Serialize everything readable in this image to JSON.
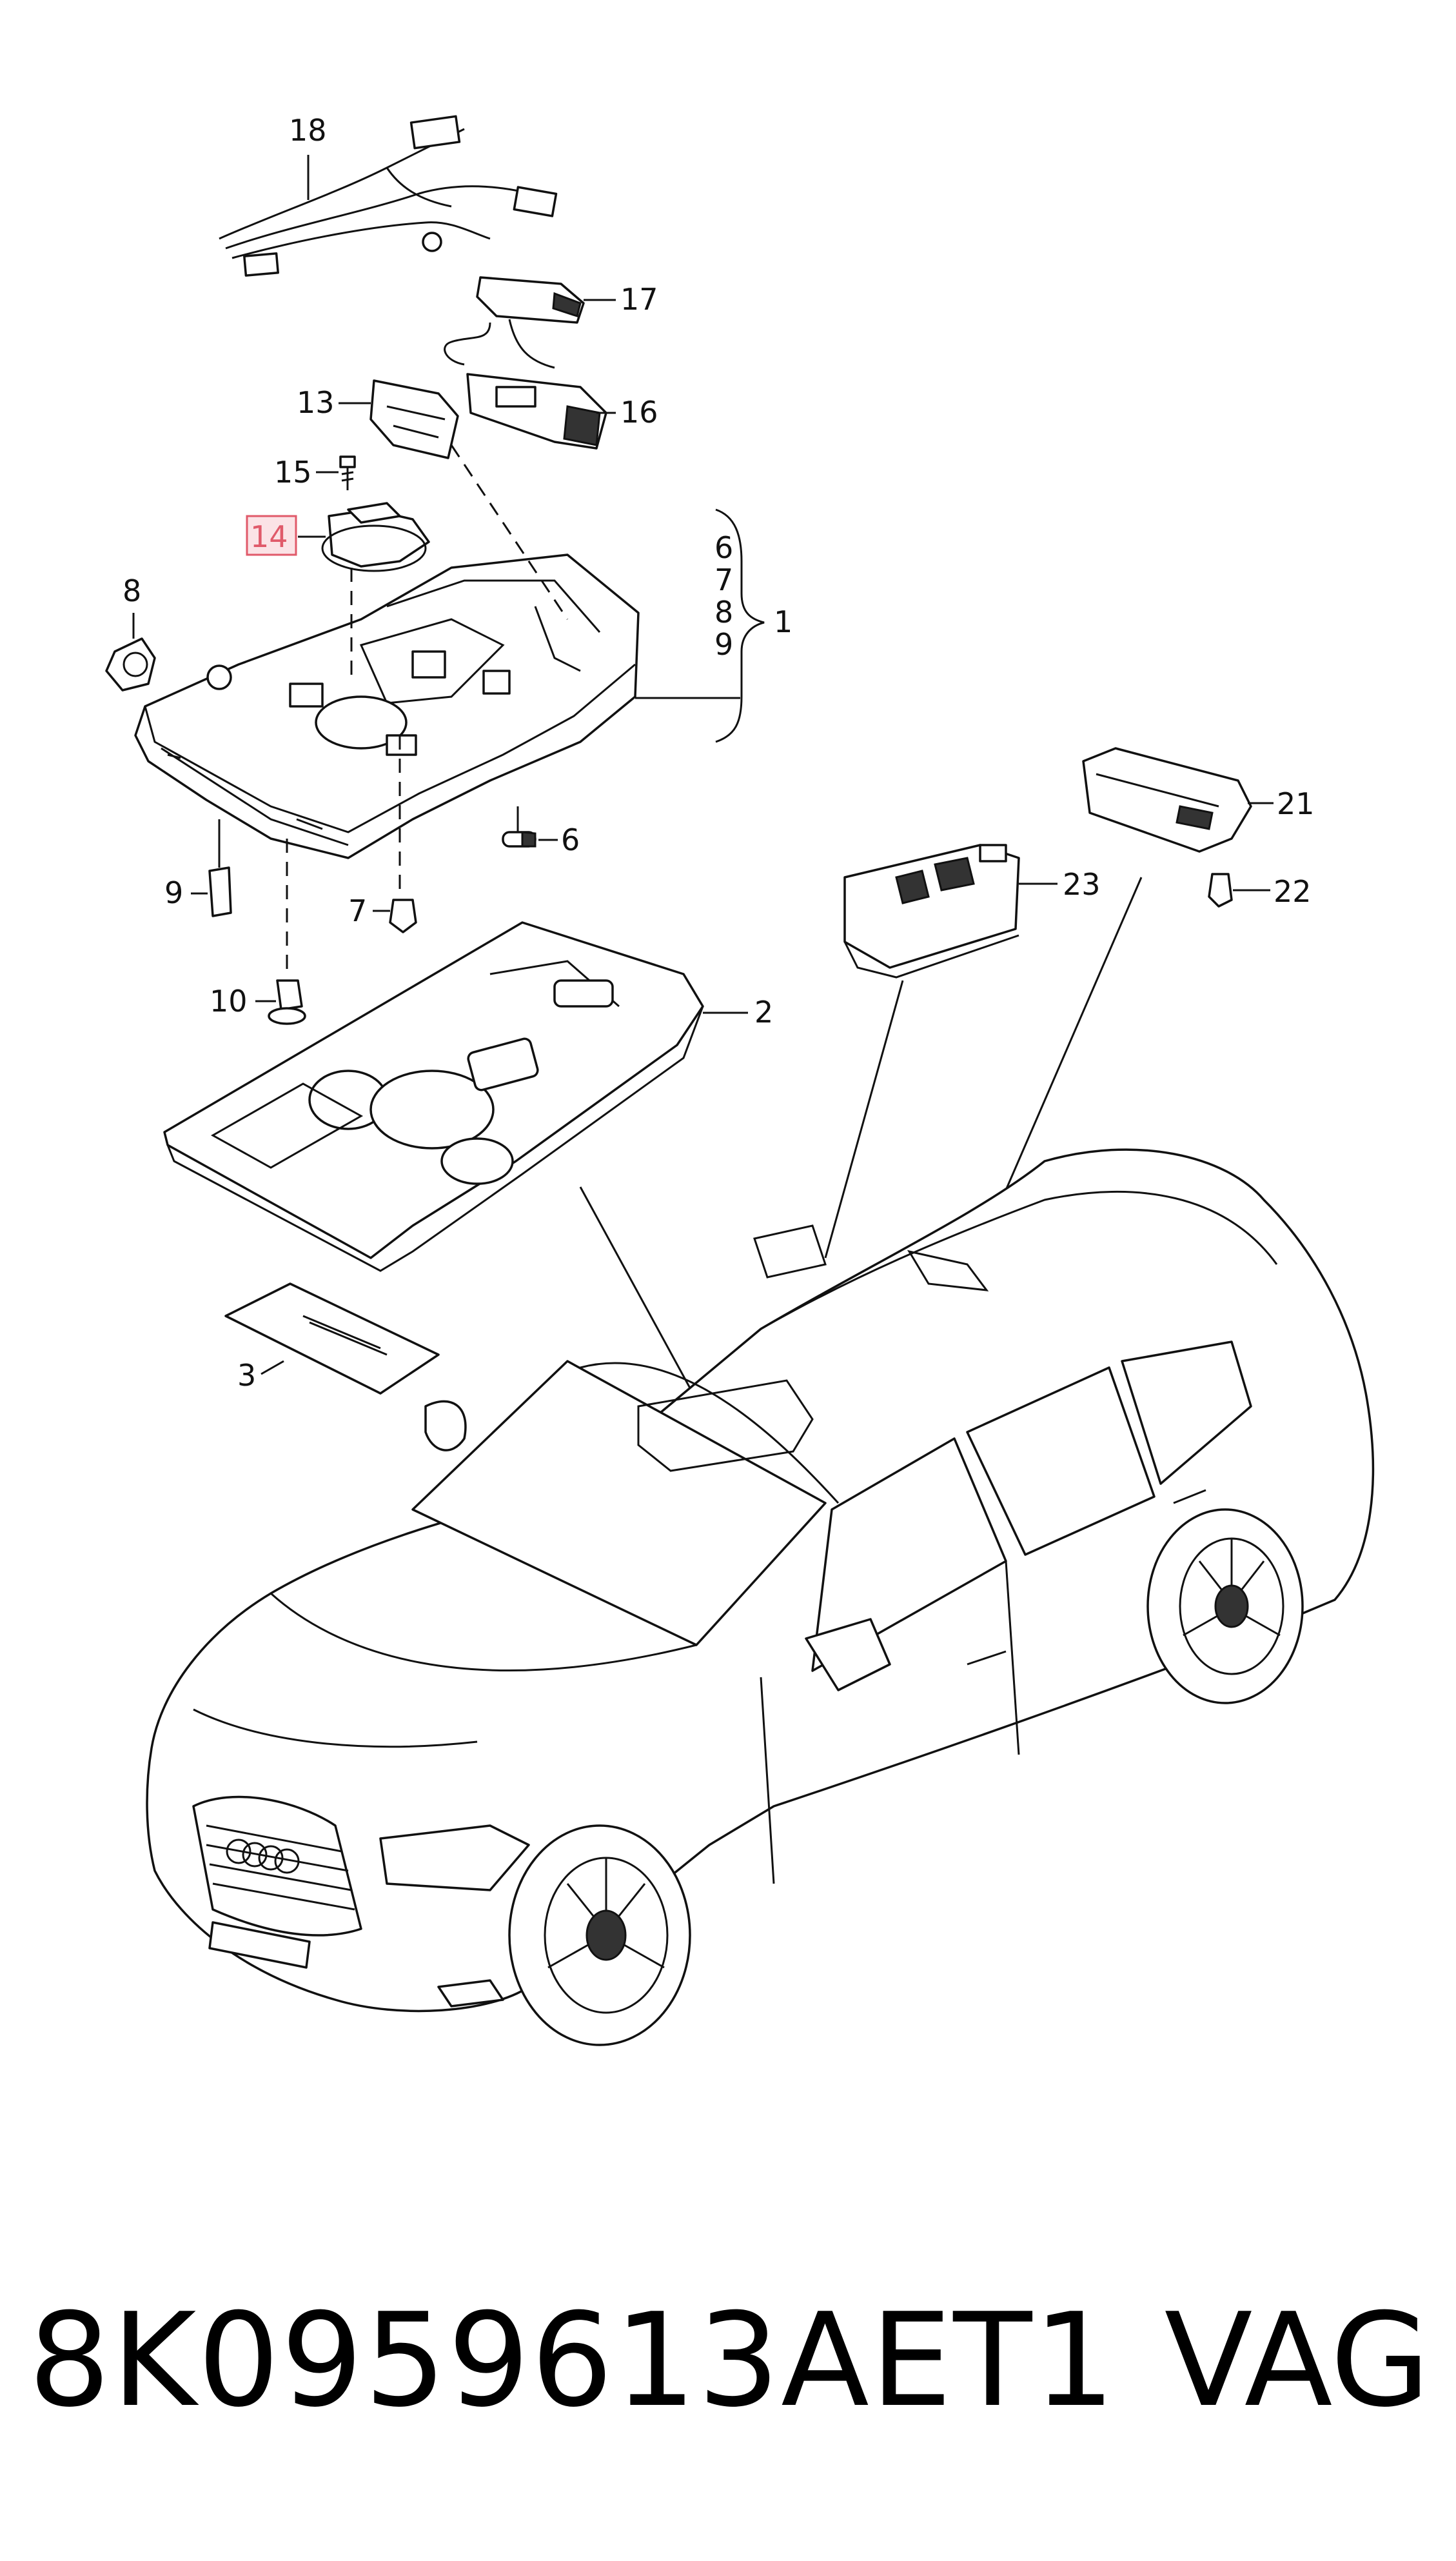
{
  "callouts": {
    "c18": "18",
    "c17": "17",
    "c16": "16",
    "c13": "13",
    "c15": "15",
    "c14": "14",
    "c8": "8",
    "c6a": "6",
    "c7a": "7",
    "c8a": "8",
    "c9a": "9",
    "c1": "1",
    "c6": "6",
    "c9": "9",
    "c7": "7",
    "c10": "10",
    "c2": "2",
    "c3": "3",
    "c21": "21",
    "c22": "22",
    "c23": "23"
  },
  "highlighted_callout": "14",
  "footer": {
    "part_number": "8K0959613AET1",
    "brand": "VAG"
  }
}
